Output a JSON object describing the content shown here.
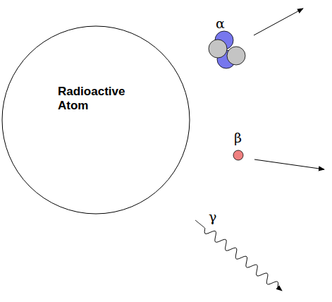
{
  "diagram": {
    "nodes": [
      {
        "text": [
          "Radioactive Atom"
        ]
      }
    ],
    "labels": [
      "α",
      "β",
      "γ"
    ]
  }
}
